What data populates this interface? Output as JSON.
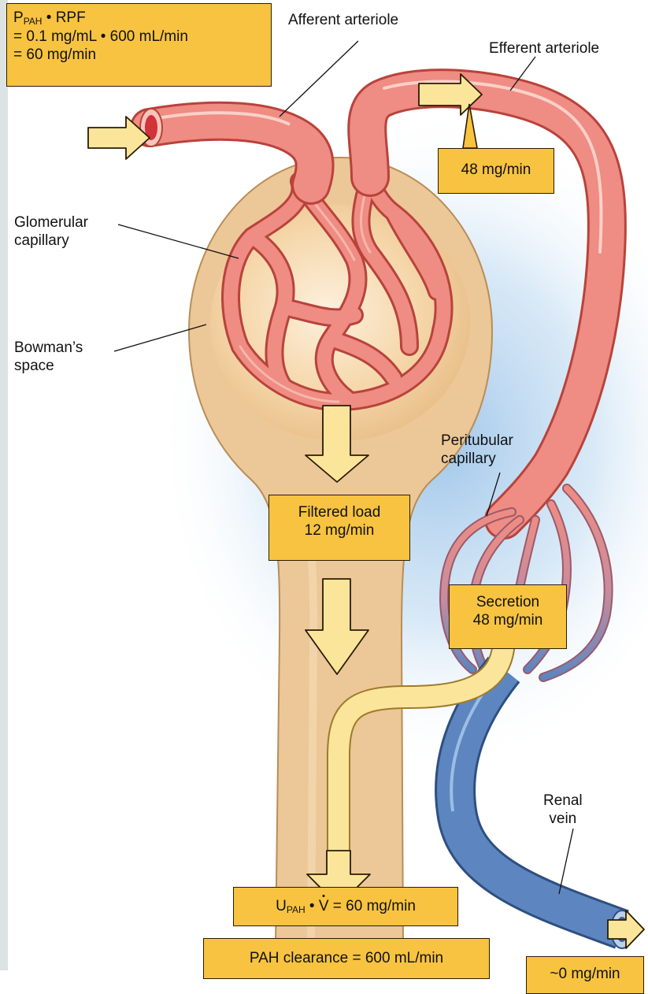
{
  "boxes": {
    "rpf": {
      "line1_main": "P",
      "line1_sub": "PAH",
      "line1_rest": " • RPF",
      "line2": "= 0.1 mg/mL • 600 mL/min",
      "line3": "= 60 mg/min"
    },
    "efferent_load": "48 mg/min",
    "filtered_load": {
      "line1": "Filtered load",
      "line2": "12 mg/min"
    },
    "secretion": {
      "line1": "Secretion",
      "line2": "48 mg/min"
    },
    "excretion": {
      "main": "U",
      "sub": "PAH",
      "mid": " • ",
      "v": "V",
      "rest": " = 60 mg/min"
    },
    "clearance": "PAH clearance = 600 mL/min",
    "renal_vein_load": "~0 mg/min"
  },
  "labels": {
    "afferent": "Afferent arteriole",
    "efferent": "Efferent arteriole",
    "glomerular": {
      "line1": "Glomerular",
      "line2": "capillary"
    },
    "bowman": {
      "line1": "Bowman’s",
      "line2": "space"
    },
    "peritubular": {
      "line1": "Peritubular",
      "line2": "capillary"
    },
    "renal_vein": {
      "line1": "Renal",
      "line2": "vein"
    }
  },
  "colors": {
    "box_fill": "#f7c340",
    "arrow_fill": "#fbe59a",
    "artery": "#ef8c83",
    "vein": "#5d86c0",
    "tubule": "#ecc797",
    "bowman_space": "#f8dcb6",
    "background_glow": "#a9cdec"
  }
}
